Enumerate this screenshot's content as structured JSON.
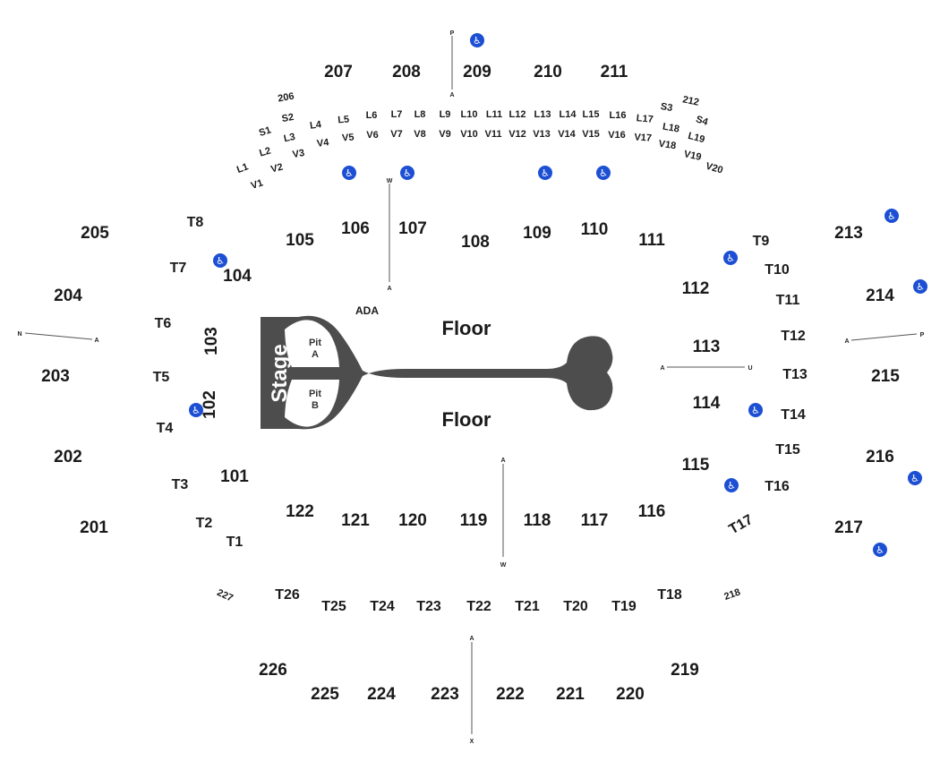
{
  "colors": {
    "stage": "#4d4d4d",
    "text": "#1a1a1a",
    "accessibility": "#1c4fd3"
  },
  "map": {
    "stage_label": "Stage",
    "pit_a": [
      "Pit",
      "A"
    ],
    "pit_b": [
      "Pit",
      "B"
    ],
    "floor_upper": "Floor",
    "floor_lower": "Floor",
    "ada_label": "ADA",
    "accessibility_icon": "wheelchair-icon",
    "aisles": [
      {
        "top": "P",
        "bottom": "A"
      },
      {
        "top": "W",
        "bottom": "A"
      },
      {
        "left": "N",
        "right": "A"
      },
      {
        "left": "A",
        "right": "P"
      },
      {
        "left": "A",
        "right": "U"
      },
      {
        "top": "A",
        "bottom": "W"
      },
      {
        "top": "A",
        "bottom": "X"
      }
    ],
    "upper_sections": [
      "201",
      "202",
      "203",
      "204",
      "205",
      "207",
      "208",
      "209",
      "210",
      "211",
      "213",
      "214",
      "215",
      "216",
      "217",
      "219",
      "220",
      "221",
      "222",
      "223",
      "224",
      "225",
      "226"
    ],
    "upper_sections_small": [
      "206",
      "212",
      "218",
      "227"
    ],
    "lower_sections": [
      "101",
      "102",
      "103",
      "104",
      "105",
      "106",
      "107",
      "108",
      "109",
      "110",
      "111",
      "112",
      "113",
      "114",
      "115",
      "116",
      "117",
      "118",
      "119",
      "120",
      "121",
      "122"
    ],
    "table_sections": [
      "T1",
      "T2",
      "T3",
      "T4",
      "T5",
      "T6",
      "T7",
      "T8",
      "T9",
      "T10",
      "T11",
      "T12",
      "T13",
      "T14",
      "T15",
      "T16",
      "T17",
      "T18",
      "T19",
      "T20",
      "T21",
      "T22",
      "T23",
      "T24",
      "T25",
      "T26"
    ],
    "loge_sections": [
      "S1",
      "S2",
      "S3",
      "S4",
      "L1",
      "L2",
      "L3",
      "L4",
      "L5",
      "L6",
      "L7",
      "L8",
      "L9",
      "L10",
      "L11",
      "L12",
      "L13",
      "L14",
      "L15",
      "L16",
      "L17",
      "L18",
      "L19"
    ],
    "vip_sections": [
      "V1",
      "V2",
      "V3",
      "V4",
      "V5",
      "V6",
      "V7",
      "V8",
      "V9",
      "V10",
      "V11",
      "V12",
      "V13",
      "V14",
      "V15",
      "V16",
      "V17",
      "V18",
      "V19",
      "V20"
    ]
  }
}
